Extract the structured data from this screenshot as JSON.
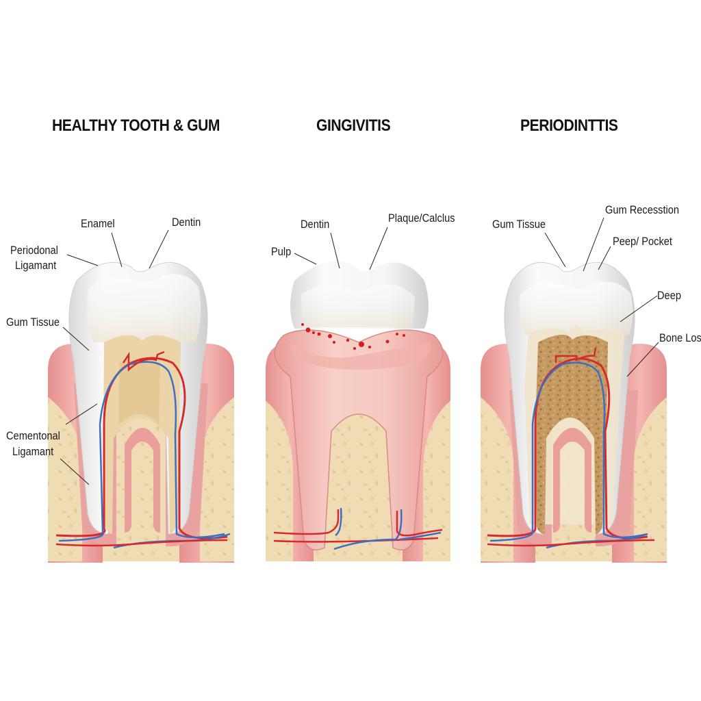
{
  "panels": [
    {
      "title": "HEALTHY TOOTH & GUM",
      "labels": {
        "enamel": "Enamel",
        "dentin": "Dentin",
        "periodontal_1": "Periodonal",
        "periodontal_2": "Ligamant",
        "gum_tissue": "Gum Tissue",
        "cemental_1": "Cementonal",
        "cemental_2": "Ligamant"
      }
    },
    {
      "title": "GINGIVITIS",
      "labels": {
        "dentin": "Dentin",
        "plaque": "Plaque/Calclus",
        "pulp": "Pulp"
      }
    },
    {
      "title": "PERIODINTTIS",
      "labels": {
        "gum_tissue": "Gum Tissue",
        "gum_recession": "Gum Recesstion",
        "pocket": "Peep/  Pocket",
        "deep": "Deep",
        "bone_loss": "Bone Los"
      }
    }
  ],
  "colors": {
    "bone": "#efdcb4",
    "bone_spots": "#e2c898",
    "gum": "#e8a0a0",
    "gum_light": "#f4c4bf",
    "enamel": "#f4f4f4",
    "dentin": "#e9d3a6",
    "artery": "#d42a2a",
    "vein": "#3b6fc4",
    "diseased_dentin": "#b58e58",
    "inflamed_gum": "#f0aaa6",
    "blood_dot": "#d61d1d"
  }
}
